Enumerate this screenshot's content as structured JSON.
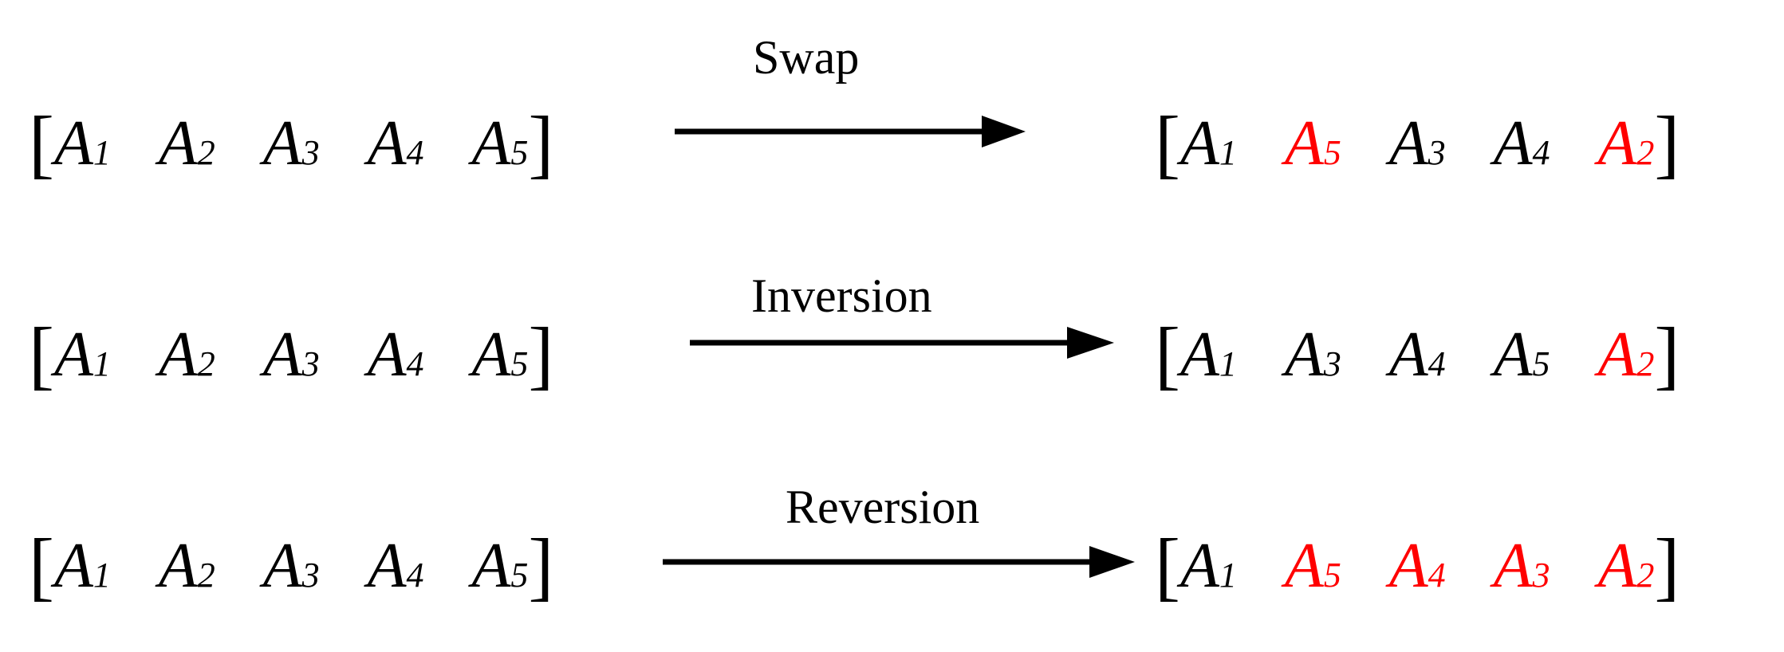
{
  "colors": {
    "accent": "#ff0000",
    "text": "#000000"
  },
  "operations": [
    {
      "label": "Swap",
      "before": [
        {
          "letter": "A",
          "sub": "1",
          "changed": false
        },
        {
          "letter": "A",
          "sub": "2",
          "changed": false
        },
        {
          "letter": "A",
          "sub": "3",
          "changed": false
        },
        {
          "letter": "A",
          "sub": "4",
          "changed": false
        },
        {
          "letter": "A",
          "sub": "5",
          "changed": false
        }
      ],
      "after": [
        {
          "letter": "A",
          "sub": "1",
          "changed": false
        },
        {
          "letter": "A",
          "sub": "5",
          "changed": true
        },
        {
          "letter": "A",
          "sub": "3",
          "changed": false
        },
        {
          "letter": "A",
          "sub": "4",
          "changed": false
        },
        {
          "letter": "A",
          "sub": "2",
          "changed": true
        }
      ]
    },
    {
      "label": "Inversion",
      "before": [
        {
          "letter": "A",
          "sub": "1",
          "changed": false
        },
        {
          "letter": "A",
          "sub": "2",
          "changed": false
        },
        {
          "letter": "A",
          "sub": "3",
          "changed": false
        },
        {
          "letter": "A",
          "sub": "4",
          "changed": false
        },
        {
          "letter": "A",
          "sub": "5",
          "changed": false
        }
      ],
      "after": [
        {
          "letter": "A",
          "sub": "1",
          "changed": false
        },
        {
          "letter": "A",
          "sub": "3",
          "changed": false
        },
        {
          "letter": "A",
          "sub": "4",
          "changed": false
        },
        {
          "letter": "A",
          "sub": "5",
          "changed": false
        },
        {
          "letter": "A",
          "sub": "2",
          "changed": true
        }
      ]
    },
    {
      "label": "Reversion",
      "before": [
        {
          "letter": "A",
          "sub": "1",
          "changed": false
        },
        {
          "letter": "A",
          "sub": "2",
          "changed": false
        },
        {
          "letter": "A",
          "sub": "3",
          "changed": false
        },
        {
          "letter": "A",
          "sub": "4",
          "changed": false
        },
        {
          "letter": "A",
          "sub": "5",
          "changed": false
        }
      ],
      "after": [
        {
          "letter": "A",
          "sub": "1",
          "changed": false
        },
        {
          "letter": "A",
          "sub": "5",
          "changed": true
        },
        {
          "letter": "A",
          "sub": "4",
          "changed": true
        },
        {
          "letter": "A",
          "sub": "3",
          "changed": true
        },
        {
          "letter": "A",
          "sub": "2",
          "changed": true
        }
      ]
    }
  ],
  "brackets": {
    "open": "[",
    "close": "]"
  }
}
